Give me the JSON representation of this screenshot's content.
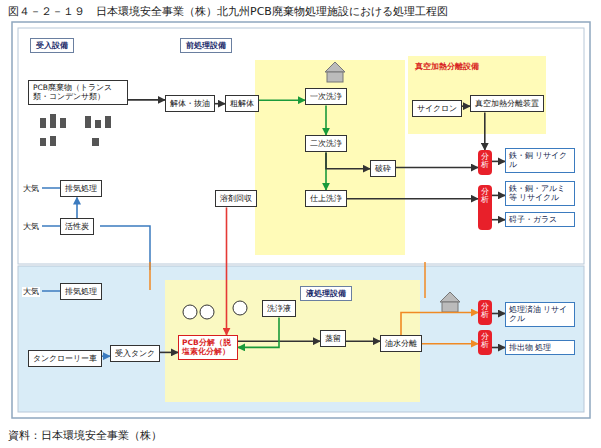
{
  "diagram": {
    "title": "図４－２－１９　日本環境安全事業（株）北九州PCB廃棄物処理施設における処理工程図",
    "caption": "資料：日本環境安全事業（株）",
    "nodes": [
      {
        "text": [
          "受入設備"
        ]
      },
      {
        "text": [
          "前処理設備"
        ]
      },
      {
        "text": [
          "液処理設備"
        ]
      },
      {
        "text": [
          "PCB廃棄物（トランス類・コンデンサ類）"
        ]
      },
      {
        "text": [
          "解体・抜油"
        ]
      },
      {
        "text": [
          "粗解体"
        ]
      },
      {
        "text": [
          "一次洗浄"
        ]
      },
      {
        "text": [
          "二次洗浄"
        ]
      },
      {
        "text": [
          "仕上洗浄"
        ]
      },
      {
        "text": [
          "破砕"
        ]
      },
      {
        "text": [
          "サイクロン"
        ]
      },
      {
        "text": [
          "真空加熱分離装置"
        ]
      },
      {
        "text": [
          "真空加熱分離設備"
        ]
      },
      {
        "text": [
          "分析"
        ]
      },
      {
        "text": [
          "分析"
        ]
      },
      {
        "text": [
          "分析"
        ]
      },
      {
        "text": [
          "分析"
        ]
      },
      {
        "text": [
          "鉄・銅 リサイクル"
        ]
      },
      {
        "text": [
          "鉄・銅・アルミ等 リサイクル"
        ]
      },
      {
        "text": [
          "碍子・ガラス"
        ]
      },
      {
        "text": [
          "処理済油 リサイクル"
        ]
      },
      {
        "text": [
          "排出物 処理"
        ]
      },
      {
        "text": [
          "排気処理"
        ]
      },
      {
        "text": [
          "活性炭"
        ]
      },
      {
        "text": [
          "排気処理"
        ]
      },
      {
        "text": [
          "タンクローリー車"
        ]
      },
      {
        "text": [
          "受入タンク"
        ]
      },
      {
        "text": [
          "PCB分解（脱塩素化分解）"
        ]
      },
      {
        "text": [
          "洗浄液"
        ]
      },
      {
        "text": [
          "蒸留"
        ]
      },
      {
        "text": [
          "油水分離"
        ]
      },
      {
        "text": [
          "溶剤回収"
        ]
      }
    ],
    "edges": [
      {
        "from": 3,
        "to": 4,
        "arrow": "to"
      },
      {
        "from": 4,
        "to": 5,
        "arrow": "to"
      },
      {
        "from": 5,
        "to": 6,
        "arrow": "to"
      },
      {
        "from": 6,
        "to": 7,
        "arrow": "to"
      },
      {
        "from": 7,
        "to": 8,
        "arrow": "to"
      },
      {
        "from": 7,
        "to": 9,
        "arrow": "to"
      },
      {
        "from": 10,
        "to": 11,
        "arrow": "to"
      },
      {
        "from": 11,
        "to": 13,
        "arrow": "to"
      },
      {
        "from": 9,
        "to": 13,
        "arrow": "to"
      },
      {
        "from": 13,
        "to": 17,
        "arrow": "to"
      },
      {
        "from": 8,
        "to": 14,
        "arrow": "to"
      },
      {
        "from": 14,
        "to": 18,
        "arrow": "to"
      },
      {
        "from": 14,
        "to": 19,
        "arrow": "to"
      },
      {
        "from": 25,
        "to": 26,
        "arrow": "to"
      },
      {
        "from": 26,
        "to": 27,
        "arrow": "to"
      },
      {
        "from": 27,
        "to": 29,
        "arrow": "to"
      },
      {
        "from": 29,
        "to": 30,
        "arrow": "to"
      },
      {
        "from": 30,
        "to": 15,
        "arrow": "to"
      },
      {
        "from": 15,
        "to": 20,
        "arrow": "to"
      },
      {
        "from": 30,
        "to": 16,
        "arrow": "to"
      },
      {
        "from": 16,
        "to": 21,
        "arrow": "to"
      },
      {
        "from": 31,
        "to": 27,
        "arrow": "to"
      },
      {
        "from": 28,
        "to": 27,
        "arrow": "to"
      },
      {
        "from": 23,
        "to": 22,
        "arrow": "to"
      }
    ],
    "labels": [
      "大気",
      "大気",
      "大気"
    ]
  }
}
